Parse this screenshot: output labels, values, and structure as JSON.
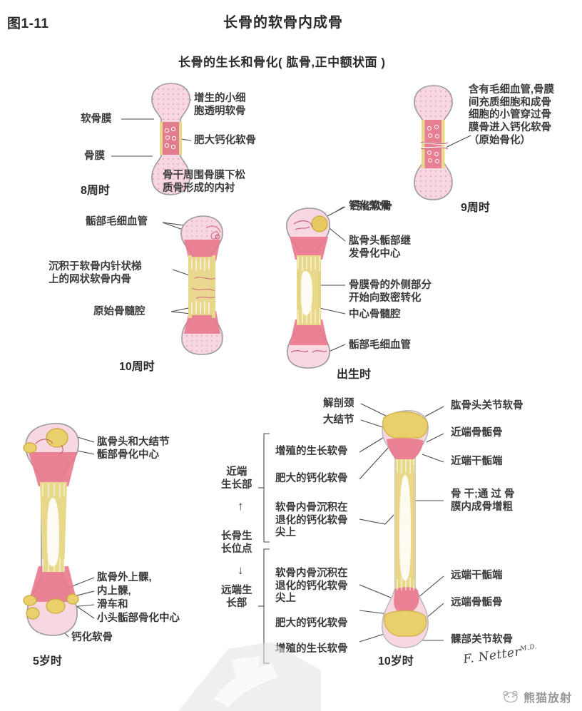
{
  "header": {
    "figure_number": "图1-11",
    "title": "长骨的软骨内成骨",
    "subtitle": "长骨的生长和骨化( 肱骨,正中额状面 )"
  },
  "panels": [
    {
      "id": "panel-8-weeks",
      "stage_label": "8周时",
      "labels": [
        {
          "name": "perichondrium",
          "text": "软骨膜"
        },
        {
          "name": "periosteum",
          "text": "骨膜"
        },
        {
          "name": "proliferating-small-cell-hyaline-cartilage",
          "text": "增生的小细\n胞透明软骨"
        },
        {
          "name": "hypertrophic-calcified-cartilage",
          "text": "肥大钙化软骨"
        },
        {
          "name": "subperiosteal-spongy-bone-collar",
          "text": "骨干周围骨膜下松\n质骨形成的内衬"
        }
      ]
    },
    {
      "id": "panel-9-weeks",
      "stage_label": "9周时",
      "labels": [
        {
          "name": "canal-with-capillaries-osteoblasts",
          "text": "含有毛细血管,骨膜\n间充质细胞和成骨\n细胞的小管穿过骨\n膜骨进入钙化软骨\n（原始骨化）"
        },
        {
          "name": "calcified-cartilage",
          "text": "钙化软骨"
        }
      ]
    },
    {
      "id": "panel-10-weeks",
      "stage_label": "10周时",
      "labels": [
        {
          "name": "epiphyseal-capillaries",
          "text": "骺部毛细血管"
        },
        {
          "name": "reticular-endochondral-bone-on-spicules",
          "text": "沉积于软骨内针状梯\n上的网状软骨内骨"
        },
        {
          "name": "primitive-marrow-cavity",
          "text": "原始骨髓腔"
        }
      ]
    },
    {
      "id": "panel-birth",
      "stage_label": "出生时",
      "labels": [
        {
          "name": "calcified-cartilage",
          "text": "钙化软骨"
        },
        {
          "name": "humeral-head-secondary-ossification-center",
          "text": "肱骨头骺部继\n发骨化中心"
        },
        {
          "name": "periosteal-bone-outer-compaction",
          "text": "骨膜骨的外侧部分\n开始向致密转化"
        },
        {
          "name": "central-marrow-cavity",
          "text": "中心骨髓腔"
        },
        {
          "name": "epiphyseal-capillaries",
          "text": "骺部毛细血管"
        }
      ]
    },
    {
      "id": "panel-5-years",
      "stage_label": "5岁时",
      "labels": [
        {
          "name": "humeral-head-greater-tubercle",
          "text": "肱骨头和大结节"
        },
        {
          "name": "epiphyseal-ossification-center",
          "text": "骺部骨化中心"
        },
        {
          "name": "lateral-epicondyle",
          "text": "肱骨外上髁,"
        },
        {
          "name": "medial-epicondyle",
          "text": "内上髁,"
        },
        {
          "name": "trochlea",
          "text": "滑车和"
        },
        {
          "name": "capitulum-ossification-center",
          "text": "小头骺部骨化中心"
        },
        {
          "name": "calcified-cartilage",
          "text": "钙化软骨"
        }
      ]
    },
    {
      "id": "panel-10-years",
      "stage_label": "10岁时",
      "top_labels": [
        {
          "name": "anatomical-neck",
          "text": "解剖颈"
        },
        {
          "name": "greater-tubercle",
          "text": "大结节"
        }
      ],
      "bracket_labels": [
        {
          "name": "proximal-growth-zone",
          "text": "近端\n生长部"
        },
        {
          "name": "long-bone-growth-point",
          "text": "长骨生\n长位点"
        },
        {
          "name": "distal-growth-zone",
          "text": "远端生\n长部"
        }
      ],
      "bracket_arrows": {
        "up": "↑",
        "down": "↓"
      },
      "inner_labels": [
        {
          "name": "proliferating-growth-cartilage-proximal",
          "text": "增殖的生长软骨"
        },
        {
          "name": "hypertrophic-calcified-cartilage-proximal",
          "text": "肥大的钙化软骨"
        },
        {
          "name": "endochondral-bone-on-degenerating-calcified-cartilage-proximal",
          "text": "软骨内骨沉积在\n退化的钙化软骨\n尖上"
        },
        {
          "name": "endochondral-bone-on-degenerating-calcified-cartilage-distal",
          "text": "软骨内骨沉积在\n退化的钙化软骨\n尖上"
        },
        {
          "name": "hypertrophic-calcified-cartilage-distal",
          "text": "肥大的钙化软骨"
        },
        {
          "name": "proliferating-growth-cartilage-distal",
          "text": "增殖的生长软骨"
        }
      ],
      "right_labels": [
        {
          "name": "humeral-head-articular-cartilage",
          "text": "肱骨头关节软骨"
        },
        {
          "name": "proximal-epiphysis",
          "text": "近端骨骺骨"
        },
        {
          "name": "proximal-metaphysis",
          "text": "近端干骺端"
        },
        {
          "name": "diaphysis-thickening",
          "text": "骨 干;通 过 骨\n膜内成骨增粗"
        },
        {
          "name": "distal-metaphysis",
          "text": "远端干骺端"
        },
        {
          "name": "distal-epiphysis",
          "text": "远端骨骺骨"
        },
        {
          "name": "condylar-articular-cartilage",
          "text": "髁部关节软骨"
        }
      ]
    }
  ],
  "signature": {
    "name": "F. Netter",
    "suffix": "M.D."
  },
  "watermark": {
    "text": "熊猫放射",
    "icon": "panda-icon"
  },
  "colors": {
    "cartilage_pink": "#f6d7e2",
    "calcified_pink": "#e98a9b",
    "periosteal_yellow": "#e9d98c",
    "marrow_white": "#fdfbf2",
    "outline_gray": "#9a9a9a",
    "leader_line": "#4a4a4a",
    "text": "#2b2b2b"
  }
}
